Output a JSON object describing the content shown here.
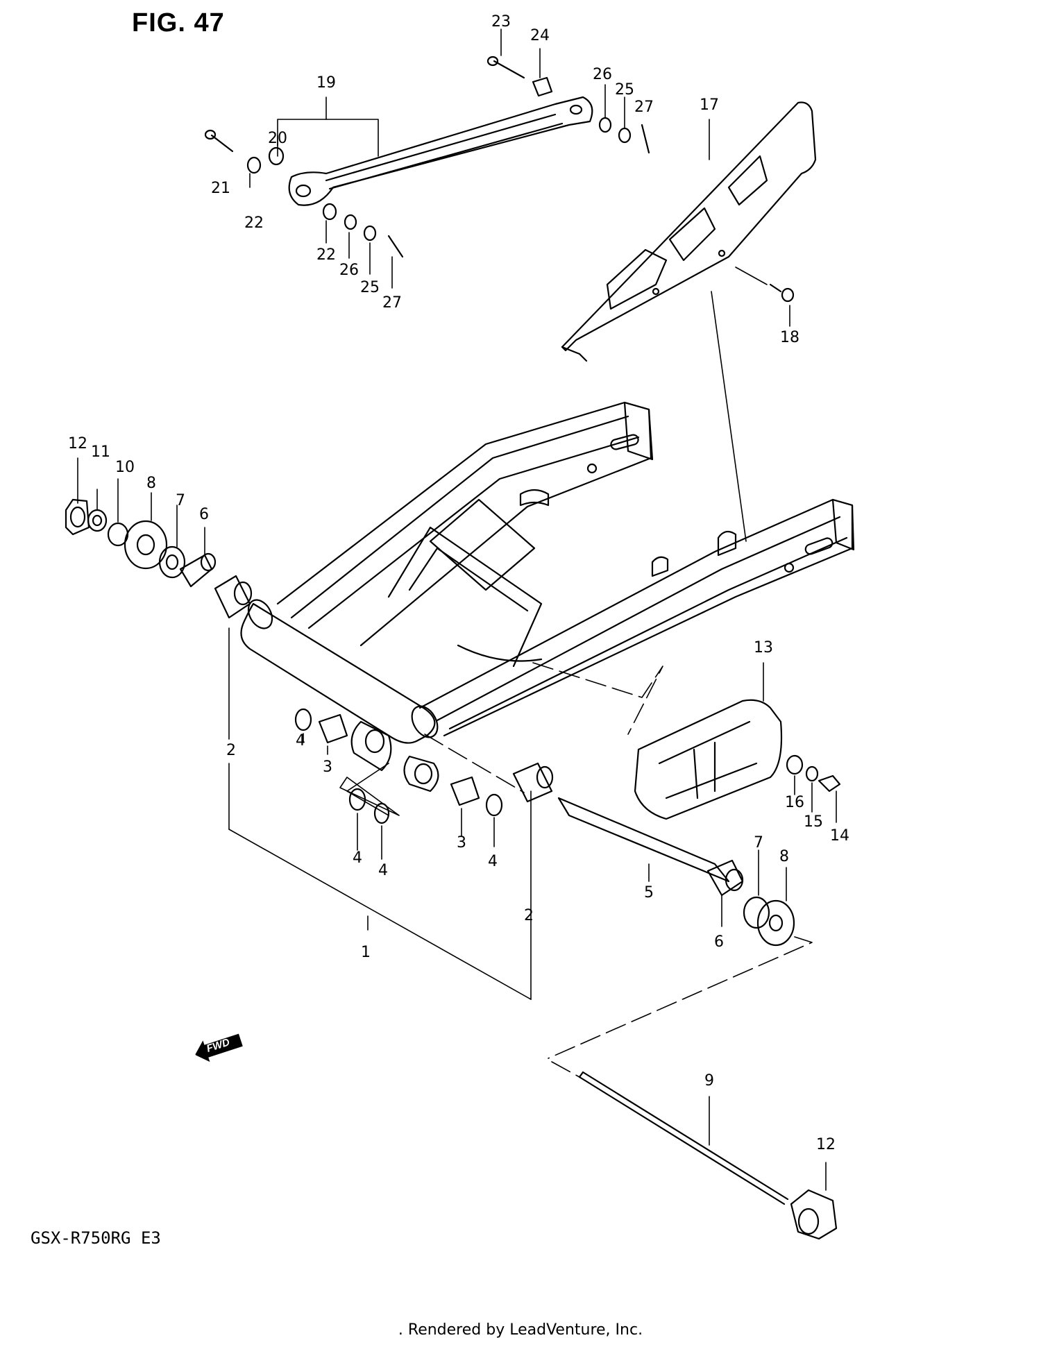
{
  "figure": {
    "title": "FIG. 47",
    "model": "GSX-R750RG  E3"
  },
  "footer": {
    "rendered_by": ". Rendered by LeadVenture, Inc."
  },
  "fwd_marker": {
    "label": "FWD"
  },
  "callouts": [
    {
      "id": "c1",
      "text": "1"
    },
    {
      "id": "c2a",
      "text": "2"
    },
    {
      "id": "c2b",
      "text": "2"
    },
    {
      "id": "c3a",
      "text": "3"
    },
    {
      "id": "c3b",
      "text": "3"
    },
    {
      "id": "c4a",
      "text": "4"
    },
    {
      "id": "c4b",
      "text": "4"
    },
    {
      "id": "c4c",
      "text": "4"
    },
    {
      "id": "c4d",
      "text": "4"
    },
    {
      "id": "c5",
      "text": "5"
    },
    {
      "id": "c6a",
      "text": "6"
    },
    {
      "id": "c6b",
      "text": "6"
    },
    {
      "id": "c7a",
      "text": "7"
    },
    {
      "id": "c7b",
      "text": "7"
    },
    {
      "id": "c8a",
      "text": "8"
    },
    {
      "id": "c8b",
      "text": "8"
    },
    {
      "id": "c9",
      "text": "9"
    },
    {
      "id": "c10",
      "text": "10"
    },
    {
      "id": "c11",
      "text": "11"
    },
    {
      "id": "c12a",
      "text": "12"
    },
    {
      "id": "c12b",
      "text": "12"
    },
    {
      "id": "c13",
      "text": "13"
    },
    {
      "id": "c14",
      "text": "14"
    },
    {
      "id": "c15",
      "text": "15"
    },
    {
      "id": "c16",
      "text": "16"
    },
    {
      "id": "c17",
      "text": "17"
    },
    {
      "id": "c18",
      "text": "18"
    },
    {
      "id": "c19",
      "text": "19"
    },
    {
      "id": "c20",
      "text": "20"
    },
    {
      "id": "c21",
      "text": "21"
    },
    {
      "id": "c22a",
      "text": "22"
    },
    {
      "id": "c22b",
      "text": "22"
    },
    {
      "id": "c23",
      "text": "23"
    },
    {
      "id": "c24",
      "text": "24"
    },
    {
      "id": "c25a",
      "text": "25"
    },
    {
      "id": "c25b",
      "text": "25"
    },
    {
      "id": "c26a",
      "text": "26"
    },
    {
      "id": "c26b",
      "text": "26"
    },
    {
      "id": "c27a",
      "text": "27"
    },
    {
      "id": "c27b",
      "text": "27"
    }
  ]
}
